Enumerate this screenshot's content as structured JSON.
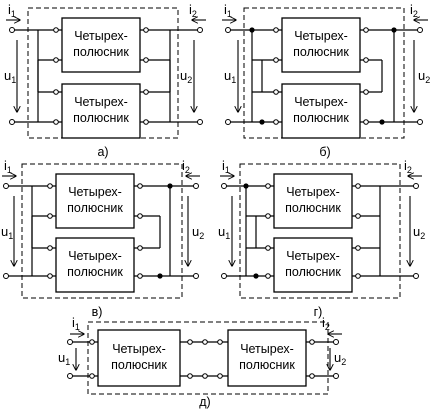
{
  "block_label_line1": "Четырех-",
  "block_label_line2": "полюсник",
  "currents": {
    "in": "i",
    "out": "i",
    "in_sub": "1",
    "out_sub": "2"
  },
  "voltages": {
    "in": "u",
    "out": "u",
    "in_sub": "1",
    "out_sub": "2"
  },
  "captions": {
    "a": "а)",
    "b": "б)",
    "v": "в)",
    "g": "г)",
    "d": "д)"
  }
}
